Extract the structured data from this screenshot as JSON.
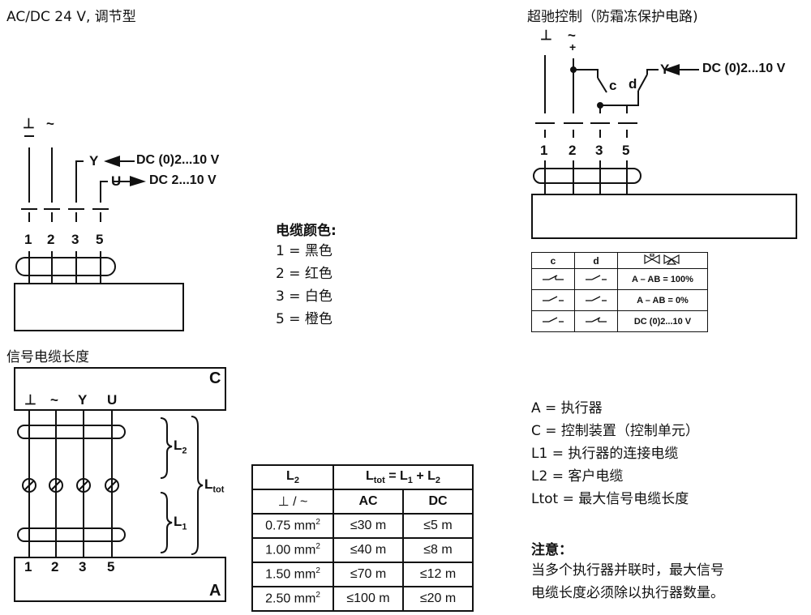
{
  "header_left": "AC/DC 24 V, 调节型",
  "header_right": "超驰控制（防霜冻保护电路)",
  "diagram1": {
    "terminals": [
      "1",
      "2",
      "3",
      "5"
    ],
    "ground_symbol": "⊥",
    "supply_symbol": "~",
    "input_label": "Y",
    "input_signal": "DC (0)2...10 V",
    "output_label": "U",
    "output_signal": "DC 2...10 V"
  },
  "cable_colors": {
    "title": "电缆颜色:",
    "items": [
      "1 = 黑色",
      "2 = 红色",
      "3 = 白色",
      "5 = 橙色"
    ]
  },
  "signal_length": {
    "title": "信号电缆长度",
    "controller_label": "C",
    "actuator_label": "A",
    "wire_labels": [
      "⊥",
      "~",
      "Y",
      "U"
    ],
    "terminals": [
      "1",
      "2",
      "3",
      "5"
    ],
    "l2": "L",
    "l2_sub": "2",
    "l1": "L",
    "l1_sub": "1",
    "ltot": "L",
    "ltot_sub": "tot"
  },
  "cable_table": {
    "h_l2": "L",
    "h_l2_sub": "2",
    "h_l2_sym": "⊥ / ~",
    "h_ltot": "L",
    "h_ltot_sub": "tot",
    "h_ltot_rest": " = L",
    "h_ltot_sub1": "1",
    "h_ltot_plus": " + L",
    "h_ltot_sub2": "2",
    "h_ac": "AC",
    "h_dc": "DC",
    "rows": [
      {
        "section": "0.75 mm",
        "ac": "≤30 m",
        "dc": "≤5 m"
      },
      {
        "section": "1.00 mm",
        "ac": "≤40 m",
        "dc": "≤8 m"
      },
      {
        "section": "1.50 mm",
        "ac": "≤70 m",
        "dc": "≤12 m"
      },
      {
        "section": "2.50 mm",
        "ac": "≤100 m",
        "dc": "≤20 m"
      }
    ],
    "sup": "2"
  },
  "diagram2": {
    "terminals": [
      "1",
      "2",
      "3",
      "5"
    ],
    "ground_symbol": "⊥",
    "supply_symbol": "~",
    "plus_symbol": "+",
    "switch_c": "c",
    "switch_d": "d",
    "input_label": "Y",
    "input_signal": "DC (0)2...10 V"
  },
  "switch_table": {
    "h_c": "c",
    "h_d": "d",
    "rows": [
      {
        "result": "A – AB = 100%"
      },
      {
        "result": "A – AB = 0%"
      },
      {
        "result": "DC (0)2...10 V"
      }
    ]
  },
  "definitions": [
    "A = 执行器",
    "C = 控制装置（控制单元）",
    "L1 = 执行器的连接电缆",
    "L2 = 客户电缆",
    "Ltot = 最大信号电缆长度"
  ],
  "note": {
    "title": "注意：",
    "lines": [
      "当多个执行器并联时，最大信号",
      "电缆长度必须除以执行器数量。"
    ]
  }
}
